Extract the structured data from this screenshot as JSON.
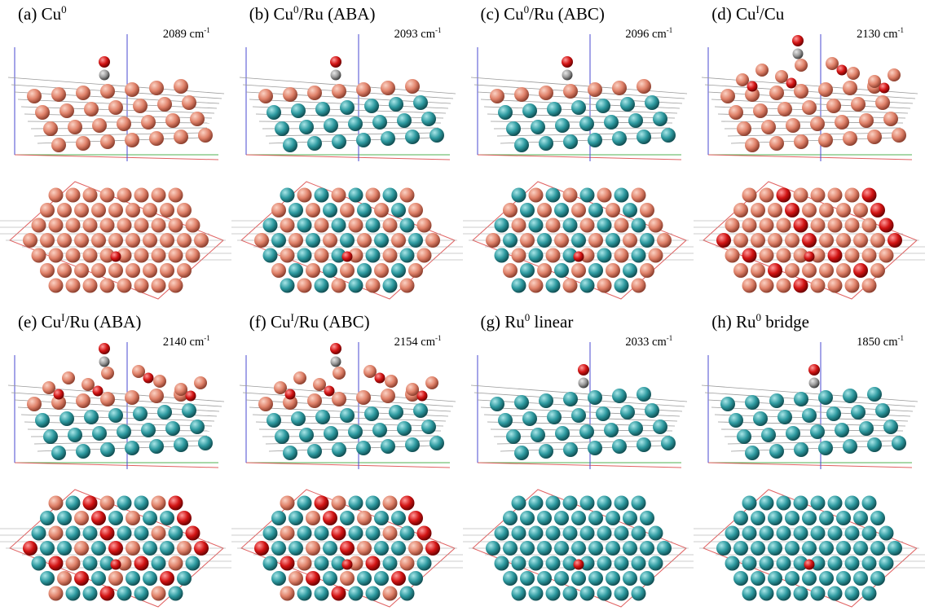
{
  "panels": [
    {
      "letter": "(a)",
      "species": "Cu",
      "ox": "0",
      "rest": "",
      "freq": "2089",
      "unit": "cm",
      "exp": "-1",
      "kind": "cu0"
    },
    {
      "letter": "(b)",
      "species": "Cu",
      "ox": "0",
      "rest": "/Ru (ABA)",
      "freq": "2093",
      "unit": "cm",
      "exp": "-1",
      "kind": "cu0ru"
    },
    {
      "letter": "(c)",
      "species": "Cu",
      "ox": "0",
      "rest": "/Ru (ABC)",
      "freq": "2096",
      "unit": "cm",
      "exp": "-1",
      "kind": "cu0ru"
    },
    {
      "letter": "(d)",
      "species": "Cu",
      "ox": "I",
      "rest": "/Cu",
      "freq": "2130",
      "unit": "cm",
      "exp": "-1",
      "kind": "cuIcu"
    },
    {
      "letter": "(e)",
      "species": "Cu",
      "ox": "I",
      "rest": "/Ru (ABA)",
      "freq": "2140",
      "unit": "cm",
      "exp": "-1",
      "kind": "cuIru"
    },
    {
      "letter": "(f)",
      "species": "Cu",
      "ox": "I",
      "rest": "/Ru (ABC)",
      "freq": "2154",
      "unit": "cm",
      "exp": "-1",
      "kind": "cuIru"
    },
    {
      "letter": "(g)",
      "species": "Ru",
      "ox": "0",
      "rest": " linear",
      "freq": "2033",
      "unit": "cm",
      "exp": "-1",
      "kind": "ru"
    },
    {
      "letter": "(h)",
      "species": "Ru",
      "ox": "0",
      "rest": " bridge",
      "freq": "1850",
      "unit": "cm",
      "exp": "-1",
      "kind": "ru"
    }
  ],
  "colors": {
    "copper": "#e0826a",
    "copper_dark": "#8a3d2c",
    "ruthenium": "#2e9aa0",
    "ruthenium_dark": "#0f4c50",
    "oxygen": "#d21414",
    "carbon": "#9a9a9a",
    "bond": "#9a9a9a",
    "cell_red": "#e06060",
    "cell_green": "#50b050",
    "cell_blue": "#4a4ad0"
  }
}
